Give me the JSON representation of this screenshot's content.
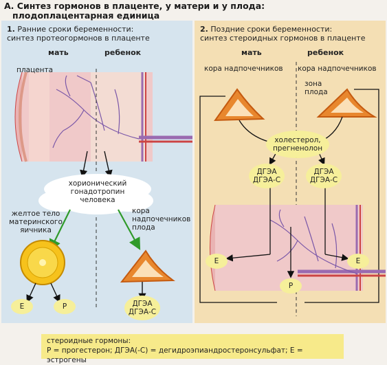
{
  "title": {
    "line1": "А. Синтез гормонов в плаценте, у матери и у плода:",
    "line2": "плодоплацентарная единица"
  },
  "panel1": {
    "number": "1.",
    "heading_line1": "Ранние сроки беременности:",
    "heading_line2": "синтез протеогормонов в плаценте",
    "col_mother": "мать",
    "col_child": "ребенок",
    "placenta": "плацента",
    "hcg_line1": "хорионический",
    "hcg_line2": "гонадотропин",
    "hcg_line3": "человека",
    "corpus_line1": "желтое тело",
    "corpus_line2": "материнского",
    "corpus_line3": "яичника",
    "adrenal_line1": "кора",
    "adrenal_line2": "надпочечников",
    "adrenal_line3": "плода",
    "e": "E",
    "p": "P",
    "dhea1": "ДГЭА",
    "dhea2": "ДГЭА-С"
  },
  "panel2": {
    "number": "2.",
    "heading_line1": "Поздние сроки беременности:",
    "heading_line2": "синтез стероидных гормонов в плаценте",
    "col_mother": "мать",
    "col_child": "ребенок",
    "cortex_mother": "кора надпочечников",
    "cortex_child": "кора надпочечников",
    "zone_line1": "зона",
    "zone_line2": "плода",
    "chol_line1": "холестерол,",
    "chol_line2": "прегненолон",
    "dhea1": "ДГЭА",
    "dhea2": "ДГЭА-С",
    "e": "E",
    "p": "P"
  },
  "footer": {
    "line1": "стероидные гормоны:",
    "line2": "P = прогестерон; ДГЭА(-С) = дегидроэпиандростеронсульфат; Е = эстрогены"
  },
  "colors": {
    "panel1_bg": "#d6e4ee",
    "panel2_bg": "#f4dfb4",
    "bubble": "#f6ef9a",
    "adrenal": "#e8872e",
    "green_arrow": "#2f9a2a",
    "footer_bg": "#f7ea8a"
  }
}
